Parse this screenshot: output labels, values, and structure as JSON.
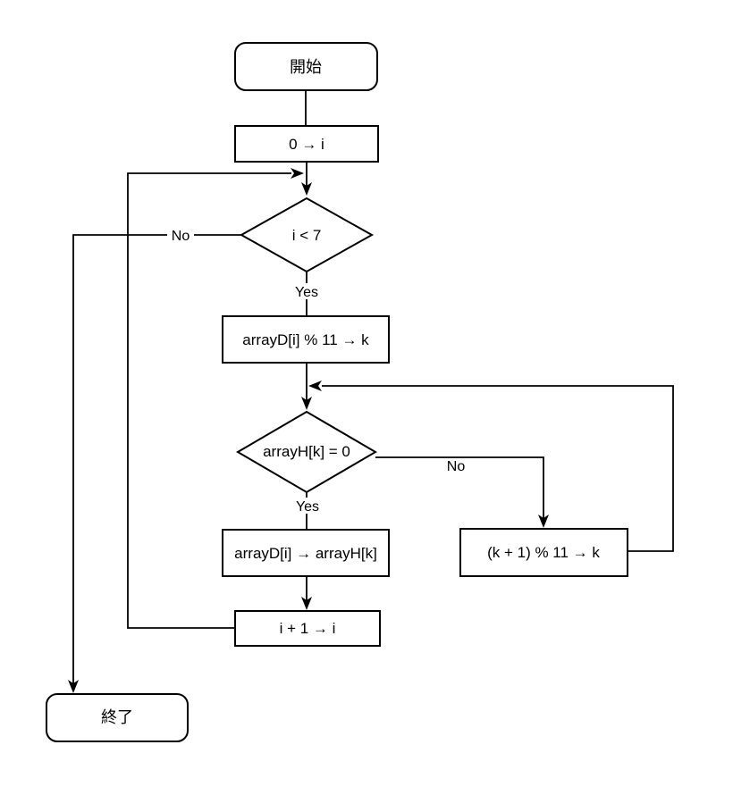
{
  "diagram": {
    "type": "flowchart",
    "background_color": "#ffffff",
    "stroke_color": "#000000",
    "nodes": [
      {
        "id": "start",
        "shape": "terminal",
        "label": "開始"
      },
      {
        "id": "init-i",
        "shape": "process",
        "label": "0 → i"
      },
      {
        "id": "loop-condition",
        "shape": "decision",
        "label": "i < 7"
      },
      {
        "id": "hash-calc",
        "shape": "process",
        "label": "arrayD[i] % 11 → k"
      },
      {
        "id": "probe-condition",
        "shape": "decision",
        "label": "arrayH[k] = 0"
      },
      {
        "id": "store-value",
        "shape": "process",
        "label": "arrayD[i] → arrayH[k]"
      },
      {
        "id": "increment-i",
        "shape": "process",
        "label": "i + 1 → i"
      },
      {
        "id": "rehash",
        "shape": "process",
        "label": "(k + 1) % 11 → k"
      },
      {
        "id": "end",
        "shape": "terminal",
        "label": "終了"
      }
    ],
    "edge_labels": [
      {
        "id": "loop-yes",
        "label": "Yes"
      },
      {
        "id": "loop-no",
        "label": "No"
      },
      {
        "id": "probe-yes",
        "label": "Yes"
      },
      {
        "id": "probe-no",
        "label": "No"
      }
    ]
  }
}
